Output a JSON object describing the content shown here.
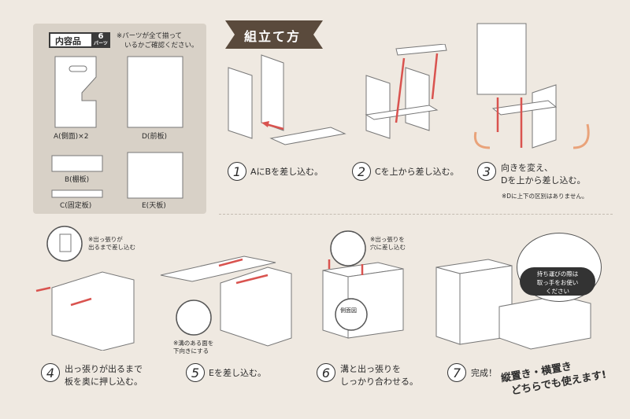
{
  "parts": {
    "title": "内容品",
    "count_num": "6",
    "count_unit": "パーツ",
    "note_line1": "※パーツが全て揃って",
    "note_line2": "いるかご確認ください。",
    "items": [
      {
        "label": "A(側面)×2"
      },
      {
        "label": "D(前板)"
      },
      {
        "label": "B(棚板)"
      },
      {
        "label": "C(固定板)"
      },
      {
        "label": "E(天板)"
      }
    ]
  },
  "assembly_title": "組立て方",
  "steps": [
    {
      "num": "1",
      "text": "AにBを差し込む。"
    },
    {
      "num": "2",
      "text": "Cを上から差し込む。"
    },
    {
      "num": "3",
      "line1": "向きを変え、",
      "line2": "Dを上から差し込む。",
      "note": "※Dに上下の区別はありません。"
    },
    {
      "num": "4",
      "line1": "出っ張りが出るまで",
      "line2": "板を奥に押し込む。",
      "callout": "※出っ張りが\n出るまで差し込む"
    },
    {
      "num": "5",
      "text": "Eを差し込む。",
      "callout": "※溝のある面を\n下向きにする"
    },
    {
      "num": "6",
      "line1": "溝と出っ張りを",
      "line2": "しっかり合わせる。",
      "callout": "※出っ張りを\n穴に差し込む",
      "side_label": "側面図"
    },
    {
      "num": "7",
      "text": "完成！",
      "handle_note": "持ち運びの際は\n取っ手をお使い\nください"
    }
  ],
  "tagline_line1": "縦置き・横置き",
  "tagline_line2": "どちらでも使えます!",
  "colors": {
    "background": "#efe9e1",
    "panel": "#d8d1c7",
    "arrow": "#d9534f",
    "badge": "#5a4a3c",
    "circle_arrow": "#e9a37a"
  }
}
